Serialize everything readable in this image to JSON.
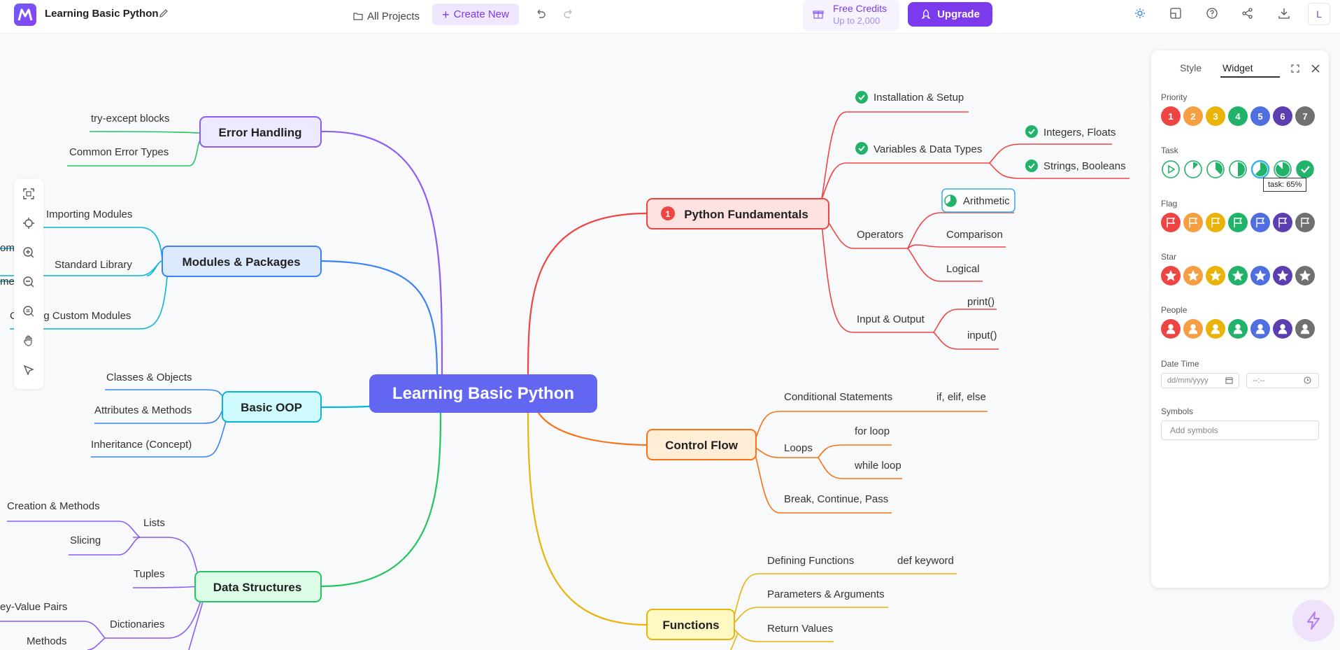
{
  "header": {
    "title": "Learning Basic Python",
    "all_projects": "All Projects",
    "create_new": "Create New",
    "credits_title": "Free Credits",
    "credits_sub": "Up to 2,000",
    "upgrade": "Upgrade",
    "avatar_initial": "L"
  },
  "mindmap": {
    "root": "Learning Basic Python",
    "branches": {
      "error_handling": {
        "label": "Error Handling",
        "color": "#8b5cf6",
        "children": [
          "try-except blocks",
          "Common Error Types"
        ]
      },
      "modules": {
        "label": "Modules & Packages",
        "color": "#3b82f6",
        "children": [
          "Importing Modules",
          "Standard Library",
          "Creating Custom Modules"
        ],
        "partial_left": [
          "om",
          "me"
        ]
      },
      "oop": {
        "label": "Basic OOP",
        "color": "#06b6d4",
        "children": [
          "Classes & Objects",
          "Attributes & Methods",
          "Inheritance (Concept)"
        ]
      },
      "data": {
        "label": "Data Structures",
        "color": "#22c55e",
        "children": [
          "Lists",
          "Tuples",
          "Dictionaries"
        ],
        "lists_children": [
          "Creation & Methods",
          "Slicing"
        ],
        "dict_children": [
          "ey-Value Pairs",
          "Methods"
        ]
      },
      "fundamentals": {
        "label": "Python Fundamentals",
        "color": "#ef4444",
        "priority": "1",
        "children": [
          "Installation & Setup",
          "Variables & Data Types",
          "Operators",
          "Input & Output"
        ],
        "variables_children": [
          "Integers, Floats",
          "Strings, Booleans"
        ],
        "operators_children": [
          "Arithmetic",
          "Comparison",
          "Logical"
        ],
        "io_children": [
          "print()",
          "input()"
        ]
      },
      "control": {
        "label": "Control Flow",
        "color": "#f97316",
        "children": [
          "Conditional Statements",
          "Loops",
          "Break, Continue, Pass"
        ],
        "cond_children": [
          "if, elif, else"
        ],
        "loops_children": [
          "for loop",
          "while loop"
        ]
      },
      "functions": {
        "label": "Functions",
        "color": "#eab308",
        "children": [
          "Defining Functions",
          "Parameters & Arguments",
          "Return Values"
        ],
        "def_children": [
          "def keyword"
        ]
      }
    }
  },
  "panel": {
    "tab_style": "Style",
    "tab_widget": "Widget",
    "priority_label": "Priority",
    "priority_values": [
      "1",
      "2",
      "3",
      "4",
      "5",
      "6",
      "7"
    ],
    "task_label": "Task",
    "task_tooltip": "task: 65%",
    "flag_label": "Flag",
    "star_label": "Star",
    "people_label": "People",
    "datetime_label": "Date Time",
    "date_placeholder": "dd/mm/yyyy",
    "time_placeholder": "--:--",
    "symbols_label": "Symbols",
    "symbols_placeholder": "Add symbols",
    "palette": [
      "#ef4444",
      "#f59e42",
      "#eab308",
      "#22b36b",
      "#4f6fe0",
      "#5b3fb0",
      "#707070"
    ]
  }
}
